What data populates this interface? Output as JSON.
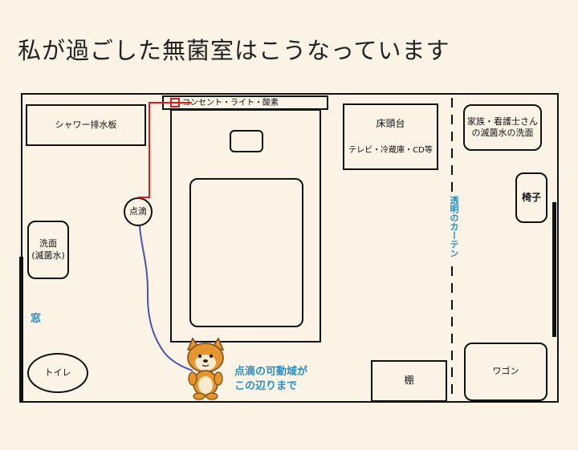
{
  "title": "私が過ごした無菌室はこうなっています",
  "labels": {
    "shower_drain": "シャワー排水板",
    "outlet": "コンセント・ライト・酸素",
    "bedside_table_line1": "床頭台",
    "bedside_table_line2": "テレビ・冷蔵庫・CD等",
    "visitor_wash_line1": "家族・看護士さん",
    "visitor_wash_line2": "の滅菌水の洗面",
    "chair": "椅子",
    "iv": "点滴",
    "sink_line1": "洗面",
    "sink_line2": "(滅菌水)",
    "window": "窓",
    "toilet": "トイレ",
    "curtain": "透明のカーテン",
    "shelf": "棚",
    "wagon": "ワゴン",
    "iv_range_line1": "点滴の可動域が",
    "iv_range_line2": "この辺りまで"
  },
  "colors": {
    "accent_blue": "#2a8ec2",
    "iv_line_red": "#d62020",
    "iv_path_blue": "#4b52b8",
    "background": "#fbf3e6"
  },
  "icons": {
    "mascot": "shiba-dog-icon"
  }
}
